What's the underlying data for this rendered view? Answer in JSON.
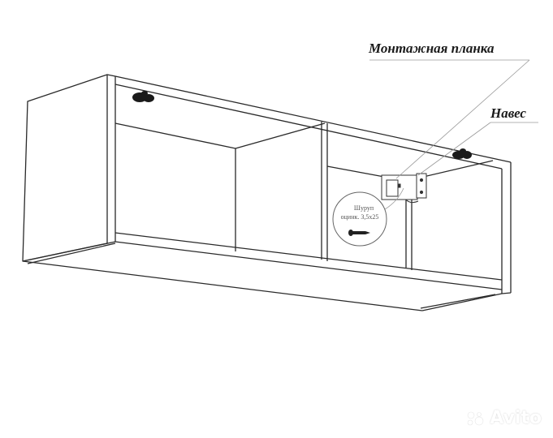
{
  "labels": {
    "mounting_strip": "Монтажная планка",
    "hinge": "Навес"
  },
  "callout": {
    "line1": "Шуруп",
    "line2": "оцинк. 3,5х25"
  },
  "watermark": {
    "text": "Avito"
  },
  "colors": {
    "line": "#2a2a2a",
    "leader": "#9a9a9a",
    "background": "#ffffff"
  }
}
